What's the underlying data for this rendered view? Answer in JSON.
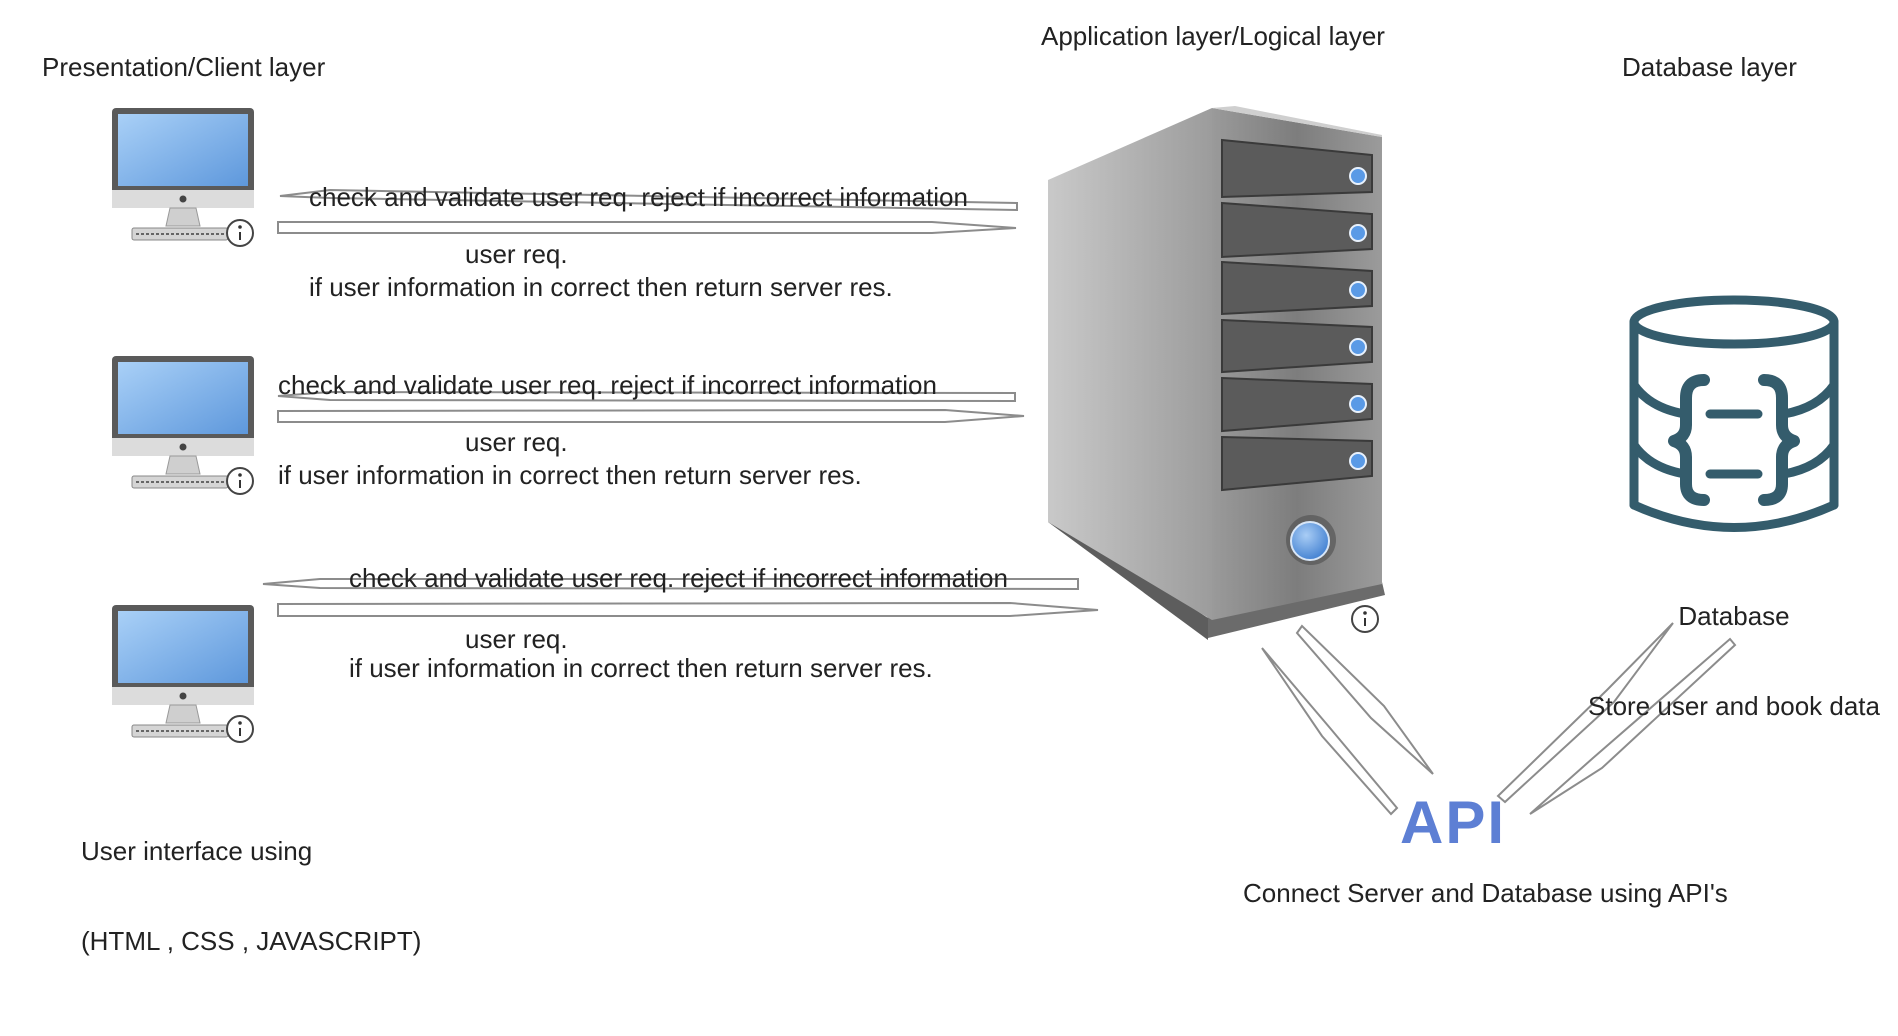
{
  "colors": {
    "screen": "#7fb2ea",
    "server": "#8a8a8a",
    "server_dark": "#4a4a4a",
    "led": "#5a9ae6",
    "database": "#345c6c",
    "api": "#5d7fd4",
    "arrow_stroke": "#8c8c8c"
  },
  "headings": {
    "presentation": "Presentation/Client layer",
    "application": "Application layer/Logical layer",
    "database": "Database layer"
  },
  "clients": [
    {
      "response_line1": "check and validate user req. reject if incorrect information",
      "response_line2": "if user information in correct then return server res.",
      "request": "user req."
    },
    {
      "response_line1": "check and validate user req. reject if incorrect information",
      "response_line2": "if user information in correct then return server res.",
      "request": "user req."
    },
    {
      "response_line1": "check and validate user req. reject if incorrect information",
      "response_line2": "if user information in correct then return server res.",
      "request": "user req."
    }
  ],
  "client_caption_line1": "User interface using",
  "client_caption_line2": "(HTML , CSS , JAVASCRIPT)",
  "database_caption_line1": "Database",
  "database_caption_line2": "Store user and book data",
  "api_label": "API",
  "api_caption": "Connect Server and Database using API's",
  "icons": [
    "monitor-icon",
    "server-icon",
    "database-icon",
    "info-icon"
  ]
}
